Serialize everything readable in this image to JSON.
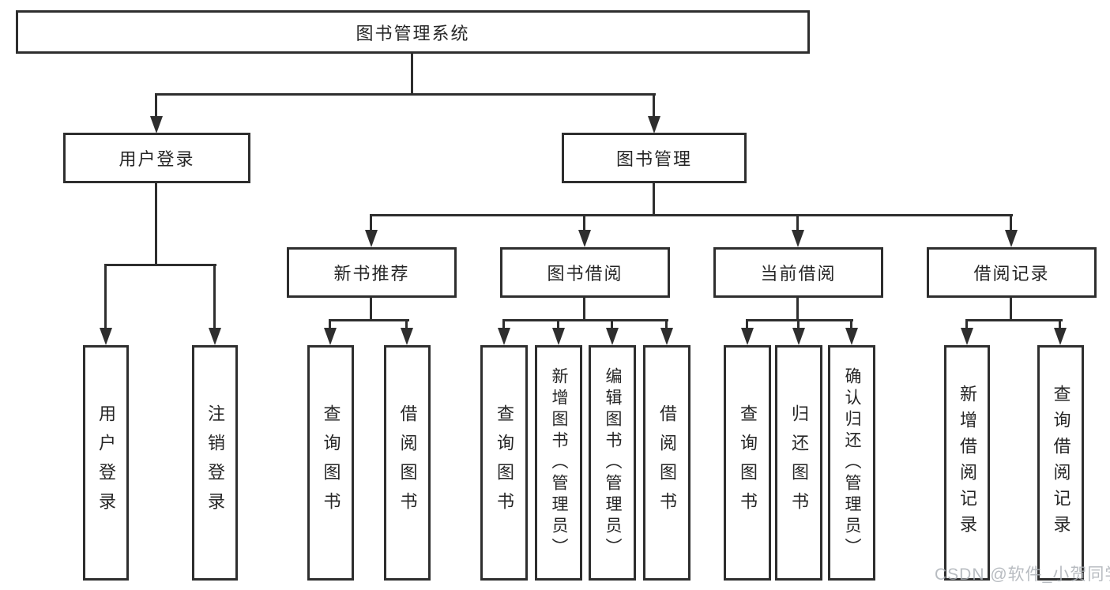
{
  "diagram": {
    "title": "图书管理系统",
    "watermark": "CSDN @软件_小贺同学",
    "colors": {
      "line": "#2e2e2e",
      "box_border": "#2e2e2e",
      "text": "#262626",
      "background": "#ffffff",
      "watermark": "#abb0b6"
    },
    "nodes": {
      "root": {
        "label": "图书管理系统"
      },
      "user_login": {
        "label": "用户登录"
      },
      "book_mgmt": {
        "label": "图书管理"
      },
      "new_book_rec": {
        "label": "新书推荐"
      },
      "book_borrow": {
        "label": "图书借阅"
      },
      "current_borrow": {
        "label": "当前借阅"
      },
      "borrow_record": {
        "label": "借阅记录"
      },
      "login_user": {
        "label": "用户登录"
      },
      "login_logout": {
        "label": "注销登录"
      },
      "rec_query": {
        "label": "查询图书"
      },
      "rec_borrow": {
        "label": "借阅图书"
      },
      "bb_query": {
        "label": "查询图书"
      },
      "bb_add": {
        "label": "新增图书（管理员）"
      },
      "bb_edit": {
        "label": "编辑图书（管理员）"
      },
      "bb_borrow": {
        "label": "借阅图书"
      },
      "cb_query": {
        "label": "查询图书"
      },
      "cb_return": {
        "label": "归还图书"
      },
      "cb_confirm": {
        "label": "确认归还（管理员）"
      },
      "br_add": {
        "label": "新增借阅记录"
      },
      "br_query": {
        "label": "查询借阅记录"
      }
    },
    "hierarchy": {
      "图书管理系统": {
        "用户登录": [
          "用户登录",
          "注销登录"
        ],
        "图书管理": {
          "新书推荐": [
            "查询图书",
            "借阅图书"
          ],
          "图书借阅": [
            "查询图书",
            "新增图书（管理员）",
            "编辑图书（管理员）",
            "借阅图书"
          ],
          "当前借阅": [
            "查询图书",
            "归还图书",
            "确认归还（管理员）"
          ],
          "借阅记录": [
            "新增借阅记录",
            "查询借阅记录"
          ]
        }
      }
    }
  }
}
